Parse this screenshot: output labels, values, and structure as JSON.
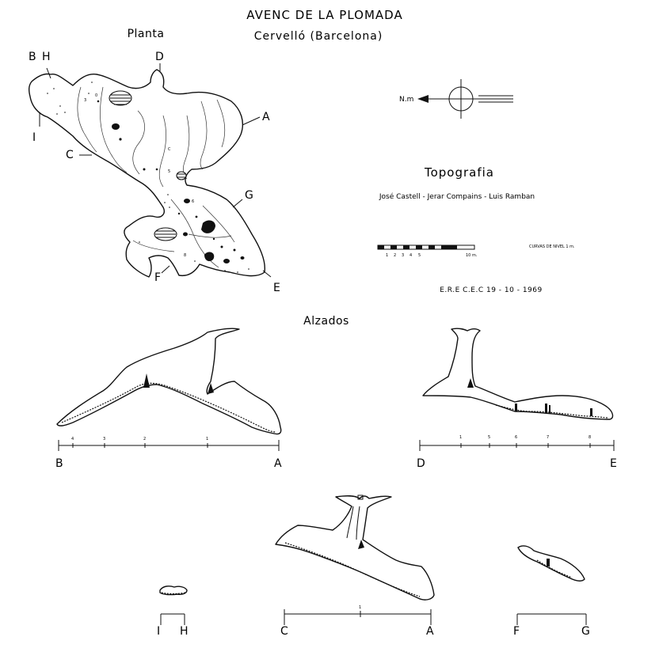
{
  "title": "AVENC DE LA PLOMADA",
  "location": "Cervelló   (Barcelona)",
  "plan": {
    "heading": "Planta",
    "labels": {
      "A": "A",
      "B": "B",
      "H": "H",
      "C": "C",
      "D": "D",
      "E": "E",
      "F": "F",
      "G": "G",
      "I": "I"
    }
  },
  "north_label": "N.m",
  "topography": {
    "heading": "Topografia",
    "authors": "José Castell - Jerar Compains - Luis Ramban",
    "scale_ticks": [
      "1",
      "2",
      "3",
      "4",
      "5",
      "10 m."
    ],
    "contour_note": "CURVAS DE NIVEL 1 m.",
    "credit": "E.R.E    C.E.C    19 - 10 - 1969"
  },
  "elevations": {
    "heading": "Alzados",
    "profiles": [
      {
        "id": "BA",
        "start": "B",
        "end": "A",
        "ticks": [
          "4",
          "3",
          "2",
          "1"
        ]
      },
      {
        "id": "DE",
        "start": "D",
        "end": "E",
        "ticks": [
          "1",
          "5",
          "6",
          "7",
          "8"
        ]
      },
      {
        "id": "IH",
        "start": "I",
        "end": "H",
        "ticks": []
      },
      {
        "id": "CA",
        "start": "C",
        "end": "A",
        "ticks": [
          "1"
        ]
      },
      {
        "id": "FG",
        "start": "F",
        "end": "G",
        "ticks": []
      }
    ]
  }
}
